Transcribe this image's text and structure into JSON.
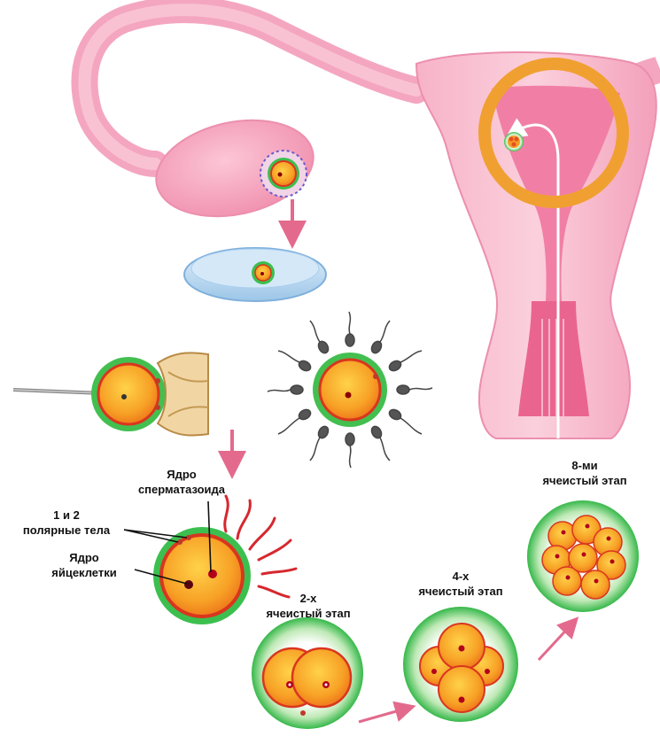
{
  "labels": {
    "sperm_nucleus": {
      "line1": "Ядро",
      "line2": "сперматазоида"
    },
    "polar_bodies": {
      "line1": "1 и 2",
      "line2": "полярные тела"
    },
    "egg_nucleus": {
      "line1": "Ядро",
      "line2": "яйцеклетки"
    },
    "two_cell": {
      "line1": "2-х",
      "line2": "ячеистый этап"
    },
    "four_cell": {
      "line1": "4-х",
      "line2": "ячеистый этап"
    },
    "eight_cell": {
      "line1": "8-ми",
      "line2": "ячеистый этап"
    }
  },
  "colors": {
    "tissue": "#f5a3bf",
    "tissue_dark": "#e97aa0",
    "zona": "#3cbf4f",
    "cell": "#f6a023",
    "cell_border": "#d9361e",
    "ring": "#f0a030",
    "arrow": "#e36a8d"
  }
}
